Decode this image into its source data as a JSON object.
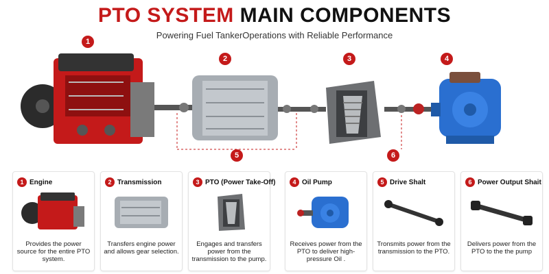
{
  "header": {
    "title_red": "PTO SYSTEM",
    "title_dark": "MAIN COMPONENTS",
    "subtitle": "Powering Fuel TankerOperations with Reliable Performance"
  },
  "markers": [
    "1",
    "2",
    "3",
    "4",
    "5",
    "6"
  ],
  "cards": [
    {
      "number": "1",
      "label": "Engine",
      "desc": "Provides the power source for the entire PTO system."
    },
    {
      "number": "2",
      "label": "Transmission",
      "desc": "Transfers engine power and allows gear selection."
    },
    {
      "number": "3",
      "label": "PTO (Power Take-Off)",
      "desc": "Engages and transfers power from the transmission to the pump."
    },
    {
      "number": "4",
      "label": "Oil  Pump",
      "desc": "Receives power from the PTO to deliver high-pressure  Oil ."
    },
    {
      "number": "5",
      "label": "Drive Shalt",
      "desc": "Tronsmits power from the transmission to the PTO."
    },
    {
      "number": "6",
      "label": "Power Output Shait",
      "desc": "Delivers power from the PTO to the the pump"
    }
  ],
  "colors": {
    "accent": "#c41a1a",
    "pump_blue": "#2a6fd0",
    "engine_red": "#c41a1a",
    "metal": "#9aa0a6"
  },
  "icons": [
    "engine-icon",
    "transmission-icon",
    "pto-icon",
    "oil-pump-icon",
    "drive-shaft-icon",
    "output-shaft-icon"
  ]
}
